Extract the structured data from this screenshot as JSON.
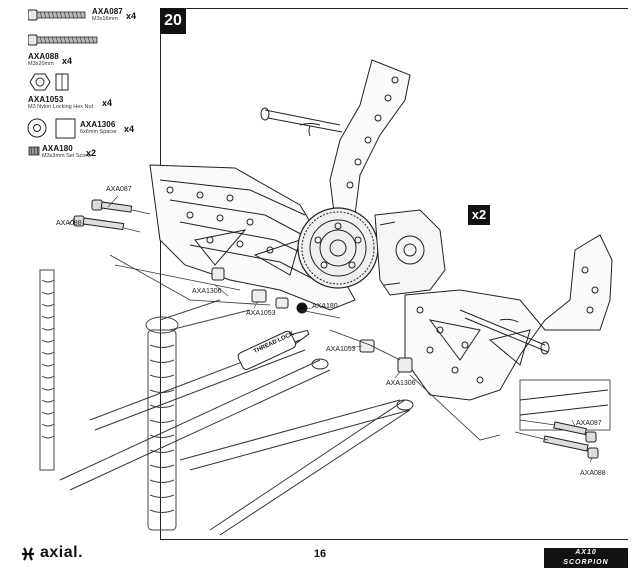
{
  "step": {
    "number": "20",
    "multiplier": "x2"
  },
  "parts": [
    {
      "code": "AXA087",
      "desc": "M3x16mm",
      "qty": "x4"
    },
    {
      "code": "AXA088",
      "desc": "M3x20mm",
      "qty": "x4"
    },
    {
      "code": "AXA1053",
      "desc": "M3 Nylon Locking Hex Nut",
      "qty": "x4"
    },
    {
      "code": "AXA1306",
      "desc": "6x6mm Spacer",
      "qty": "x4"
    },
    {
      "code": "AXA180",
      "desc": "M3x3mm Set Screw",
      "qty": "x2"
    }
  ],
  "callouts": {
    "axa087_left": "AXA087",
    "axa088_left": "AXA088",
    "axa1306_left": "AXA1306",
    "axa1053_left": "AXA1053",
    "axa180": "AXA180",
    "thread_lock": "THREAD LOCK",
    "axa1053_right": "AXA1053",
    "axa1306_right": "AXA1306",
    "axa087_right": "AXA087",
    "axa088_right": "AXA088"
  },
  "footer": {
    "page_number": "16",
    "brand": "axial.",
    "model_line1": "AX10",
    "model_line2": "SCORPION"
  }
}
